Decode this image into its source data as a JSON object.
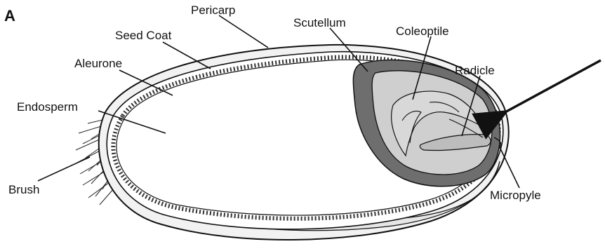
{
  "panel_letter": "A",
  "labels": {
    "pericarp": "Pericarp",
    "seed_coat": "Seed Coat",
    "aleurone": "Aleurone",
    "endosperm": "Endosperm",
    "brush": "Brush",
    "scutellum": "Scutellum",
    "coleoptile": "Coleoptile",
    "radicle": "Radicle",
    "micropyle": "Micropyle"
  },
  "colors": {
    "outline": "#111111",
    "scutellum_fill": "#6e6e6e",
    "embryo_fill": "#cfcfcf",
    "pericarp_band": "#e6e6e6",
    "background": "#ffffff"
  },
  "icons": {
    "pointer": "arrow-left-down-icon"
  }
}
